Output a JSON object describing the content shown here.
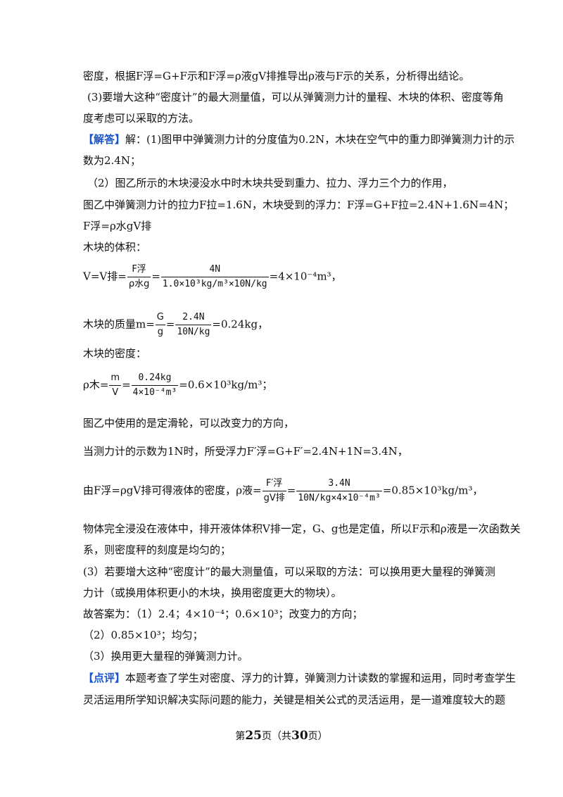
{
  "colors": {
    "tag": "#1a56c9",
    "text": "#111111"
  },
  "lines": {
    "l1": "密度，根据F浮=G+F示和F浮=ρ液gV排推导出ρ液与F示的关系，分析得出结论。",
    "l2": "(3)要增大这种“密度计”的最大测量值，可以从弹簧测力计的量程、木块的体积、密度等角",
    "l3": "度考虑可以采取的方法。",
    "l4_tag": "【解答】",
    "l4": "解：(1)图甲中弹簧测力计的分度值为0.2N，木块在空气中的重力即弹簧测力计的示",
    "l5": "数为2.4N；",
    "l6": "（2）图乙所示的木块浸没水中时木块共受到重力、拉力、浮力三个力的作用，",
    "l7": "图乙中弹簧测力计的拉力F拉=1.6N，木块受到的浮力：F浮=G+F拉=2.4N+1.6N=4N；",
    "l8": "F浮=ρ水gV排",
    "l9": "木块的体积：",
    "l11": "木块的密度：",
    "l13": "图乙中使用的是定滑轮，可以改变力的方向，",
    "l14": "当测力计的示数为1N时，所受浮力F′浮=G+F′=2.4N+1N=3.4N，",
    "l16": "物体完全浸没在液体中，排开液体体积V排一定，G、g也是定值，所以F示和ρ液是一次函数关",
    "l17": "系，则密度秤的刻度是均匀的；",
    "l18": "(3）若要增大这种“密度计”的最大测量值，可以采取的方法：可以换用更大量程的弹簧测",
    "l19": "力计（或换用体积更小的木块，换用密度更大的物块）。",
    "l20": "故答案为：（1）2.4；4×10⁻⁴；0.6×10³；改变力的方向；",
    "l21": "（2）0.85×10³；均匀；",
    "l22": "（3）换用更大量程的弹簧测力计。",
    "l23_tag": "【点评】",
    "l23": "本题考查了学生对密度、浮力的计算，弹簧测力计读数的掌握和运用，同时考查学生",
    "l24": "灵活运用所学知识解决实际问题的能力，关键是相关公式的灵活运用，是一道难度较大的题"
  },
  "formulas": {
    "volume": {
      "lhs": "V=V排=",
      "num": "F浮",
      "den": "ρ水g",
      "mid": "=",
      "num2": "4N",
      "den2": "1.0×10³kg/m³×10N/kg",
      "rhs": "=4×10⁻⁴m³，"
    },
    "mass": {
      "lhs": "木块的质量m=",
      "num": "G",
      "den": "g",
      "mid": "=",
      "num2": "2.4N",
      "den2": "10N/kg",
      "rhs": "=0.24kg，"
    },
    "density": {
      "lhs": "ρ木=",
      "num": "m",
      "den": "V",
      "mid": "=",
      "num2": "0.24kg",
      "den2": "4×10⁻⁴m³",
      "rhs": "=0.6×10³kg/m³；"
    },
    "liquid": {
      "lhs": "由F浮=ρgV排可得液体的密度，ρ液=",
      "num": "F′浮",
      "den": "gV排",
      "mid": "=",
      "num2": "3.4N",
      "den2": "10N/kg×4×10⁻⁴m³",
      "rhs": "=0.85×10³kg/m³，"
    }
  },
  "footer": {
    "pre": "第",
    "page": "25",
    "mid": "页（共",
    "total": "30",
    "post": "页）"
  }
}
